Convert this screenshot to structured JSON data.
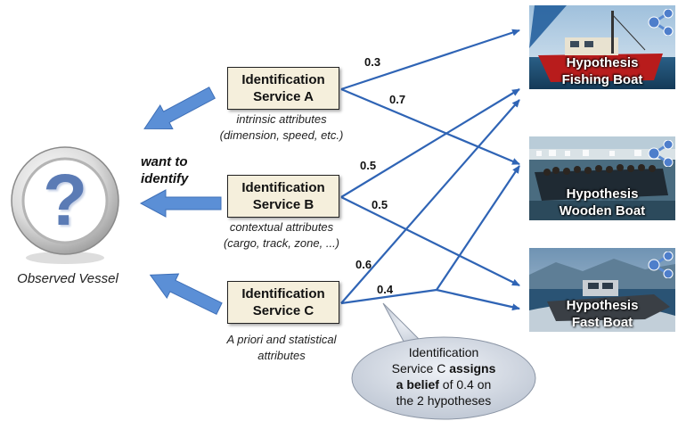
{
  "vessel": {
    "label": "Observed Vessel",
    "glyph": "?"
  },
  "want_to_identify": {
    "line1": "want to",
    "line2": "identify"
  },
  "services": [
    {
      "line1": "Identification",
      "line2": "Service A",
      "attr1": "intrinsic attributes",
      "attr2": "(dimension, speed, etc.)"
    },
    {
      "line1": "Identification",
      "line2": "Service B",
      "attr1": "contextual attributes",
      "attr2": "(cargo, track, zone, ...)"
    },
    {
      "line1": "Identification",
      "line2": "Service C",
      "attr1": "A priori and statistical",
      "attr2": "attributes"
    }
  ],
  "weights": {
    "a_top": "0.3",
    "a_bottom": "0.7",
    "b_top": "0.5",
    "b_bottom": "0.5",
    "c_top": "0.6",
    "c_bottom": "0.4"
  },
  "hypotheses": [
    {
      "line1": "Hypothesis",
      "line2": "Fishing Boat"
    },
    {
      "line1": "Hypothesis",
      "line2": "Wooden Boat"
    },
    {
      "line1": "Hypothesis",
      "line2": "Fast Boat"
    }
  ],
  "callout": {
    "line1": "Identification",
    "line2_pre": "Service C ",
    "line2_bold": "assigns",
    "line3_bold": "a belief",
    "line3_post": " of 0.4 on",
    "line4": "the 2 hypotheses"
  },
  "colors": {
    "arrow": "#2f64b5",
    "block_arrow": "#5b8fd6",
    "service_bg": "#f5efdc",
    "callout_bg": "#d5dbe6"
  }
}
